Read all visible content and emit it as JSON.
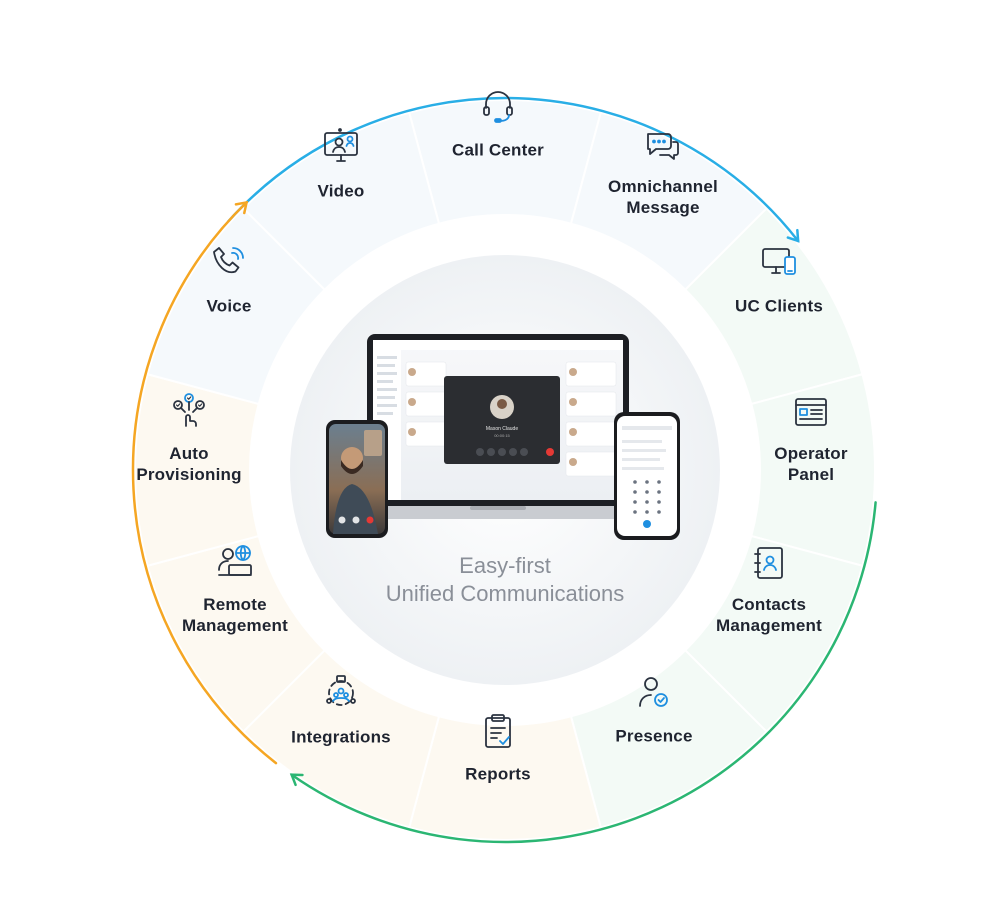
{
  "center": {
    "line1": "Easy-first",
    "line2": "Unified Communications"
  },
  "segments": [
    {
      "label": "Call Center",
      "icon": "headset-icon"
    },
    {
      "label": "Omnichannel\nMessage",
      "icon": "chat-bubbles-icon"
    },
    {
      "label": "UC Clients",
      "icon": "desktop-mobile-icon"
    },
    {
      "label": "Operator\nPanel",
      "icon": "operator-panel-icon"
    },
    {
      "label": "Contacts\nManagement",
      "icon": "contacts-book-icon"
    },
    {
      "label": "Presence",
      "icon": "user-check-icon"
    },
    {
      "label": "Reports",
      "icon": "clipboard-check-icon"
    },
    {
      "label": "Integrations",
      "icon": "integration-network-icon"
    },
    {
      "label": "Remote\nManagement",
      "icon": "remote-user-globe-icon"
    },
    {
      "label": "Auto\nProvisioning",
      "icon": "auto-provisioning-icon"
    },
    {
      "label": "Voice",
      "icon": "phone-wave-icon"
    },
    {
      "label": "Video",
      "icon": "video-monitor-icon"
    }
  ],
  "colors": {
    "arc_blue": "#29aee6",
    "arc_green": "#2bb673",
    "arc_orange": "#f5a623",
    "icon_dark": "#2b3340",
    "icon_accent": "#1f8fe0"
  },
  "device_screens": {
    "laptop_caller_name": "Mason Claude",
    "laptop_timer": "00:00:15"
  }
}
